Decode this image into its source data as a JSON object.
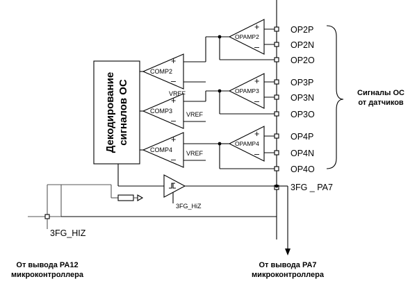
{
  "decoder": {
    "line1": "Декодирование",
    "line2": "сигналов ОС"
  },
  "comparators": [
    {
      "name": "COMP2",
      "vref": "VREF"
    },
    {
      "name": "COMP3",
      "vref": "VREF"
    },
    {
      "name": "COMP4",
      "vref": "VREF"
    }
  ],
  "opamps": [
    {
      "name": "OPAMP2"
    },
    {
      "name": "OPAMP3"
    },
    {
      "name": "OPAMP4"
    }
  ],
  "pins": [
    "OP2P",
    "OP2N",
    "OP2O",
    "OP3P",
    "OP3N",
    "OP3O",
    "OP4P",
    "OP4N",
    "OP4O"
  ],
  "pin_pa7": "3FG _ PA7",
  "buffer_label": "3FG_HiZ",
  "hiz_pin": "3FG_HIZ",
  "sensors_label": {
    "line1": "Сигналы ОС",
    "line2": "от датчиков"
  },
  "pa12_label": {
    "line1": "От вывода PA12",
    "line2": "микроконтроллера"
  },
  "pa7_label": {
    "line1": "От вывода PA7",
    "line2": "микроконтроллера"
  },
  "signs": {
    "plus": "+",
    "minus": "–"
  }
}
